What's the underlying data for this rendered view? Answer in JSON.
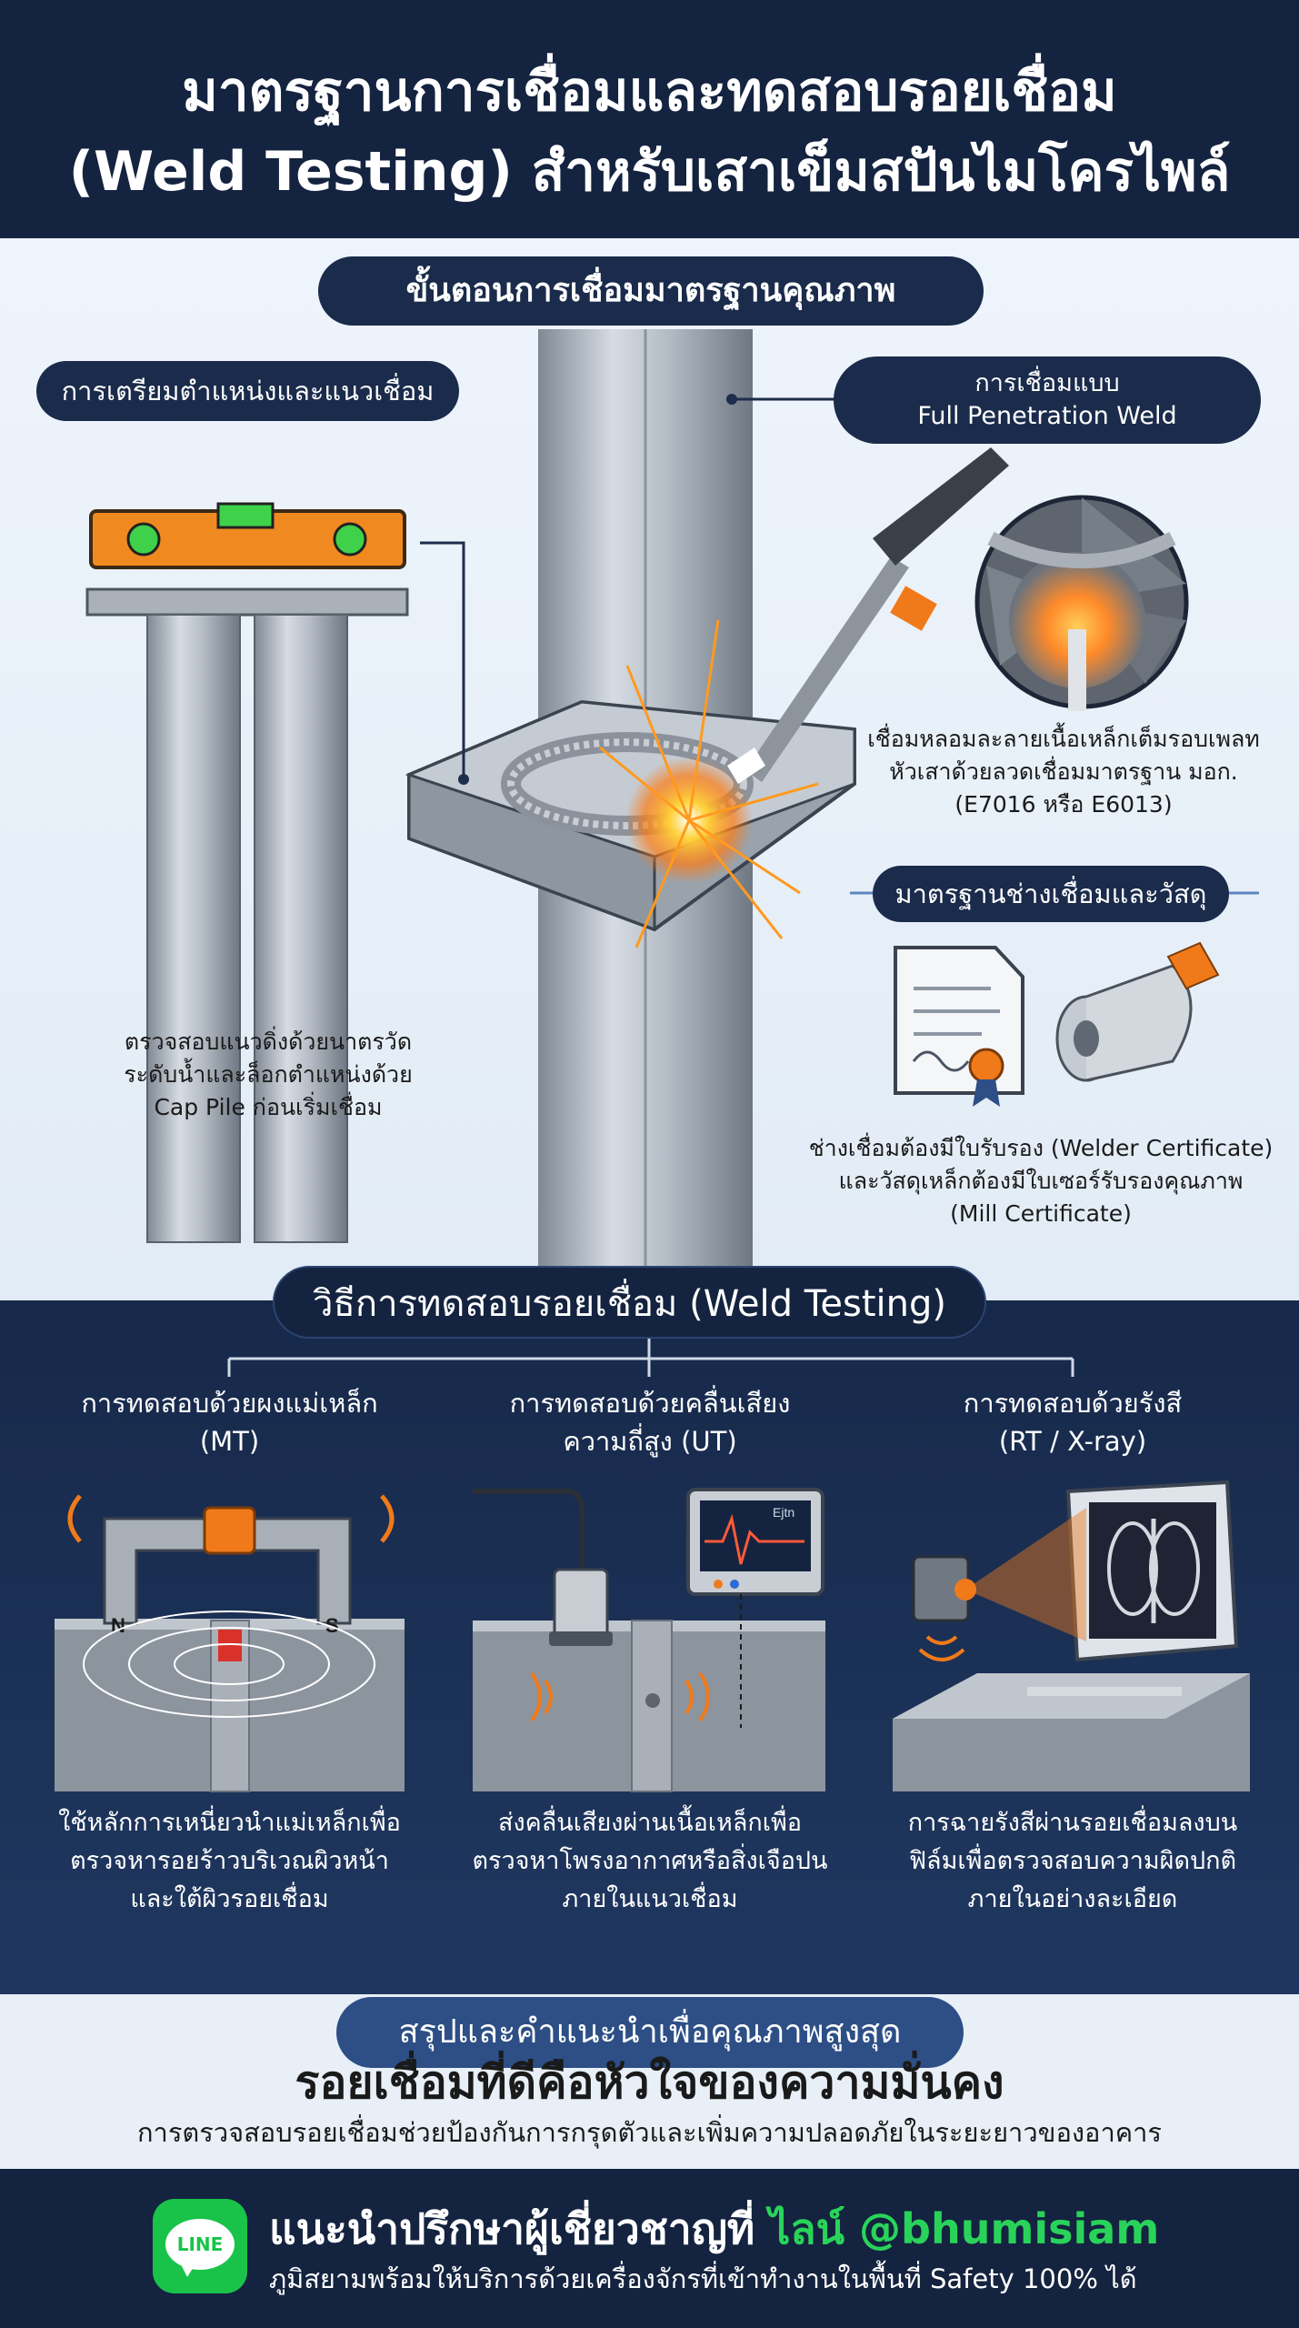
{
  "header": {
    "title_line1": "มาตรฐานการเชื่อมและทดสอบรอยเชื่อม",
    "title_line2": "(Weld Testing) สำหรับเสาเข็มสปันไมโครไพล์"
  },
  "welding": {
    "section_title": "ขั้นตอนการเชื่อมมาตรฐานคุณภาพ",
    "prep": {
      "label": "การเตรียมตำแหน่งและแนวเชื่อม",
      "caption_line1": "ตรวจสอบแนวดิ่งด้วยนาตรวัด",
      "caption_line2": "ระดับน้ำและล็อกตำแหน่งด้วย",
      "caption_line3": "Cap Pile ก่อนเริ่มเชื่อม"
    },
    "full_penetration": {
      "label_line1": "การเชื่อมแบบ",
      "label_line2": "Full Penetration Weld",
      "caption_line1": "เชื่อมหลอมละลายเนื้อเหล็กเต็มรอบเพลท",
      "caption_line2": "หัวเสาด้วยลวดเชื่อมมาตรฐาน มอก.",
      "caption_line3": "(E7016 หรือ E6013)"
    },
    "standards": {
      "label": "มาตรฐานช่างเชื่อมและวัสดุ",
      "caption_line1": "ช่างเชื่อมต้องมีใบรับรอง (Welder Certificate)",
      "caption_line2": "และวัสดุเหล็กต้องมีใบเซอร์รับรองคุณภาพ",
      "caption_line3": "(Mill Certificate)"
    }
  },
  "testing": {
    "section_title": "วิธีการทดสอบรอยเชื่อม (Weld Testing)",
    "methods": [
      {
        "title_line1": "การทดสอบด้วยผงแม่เหล็ก",
        "title_line2": "(MT)",
        "desc_line1": "ใช้หลักการเหนี่ยวนำแม่เหล็กเพื่อ",
        "desc_line2": "ตรวจหารอยร้าวบริเวณผิวหน้า",
        "desc_line3": "และใต้ผิวรอยเชื่อม",
        "magnet_n": "N",
        "magnet_s": "S"
      },
      {
        "title_line1": "การทดสอบด้วยคลื่นเสียง",
        "title_line2": "ความถี่สูง (UT)",
        "desc_line1": "ส่งคลื่นเสียงผ่านเนื้อเหล็กเพื่อ",
        "desc_line2": "ตรวจหาโพรงอากาศหรือสิ่งเจือปน",
        "desc_line3": "ภายในแนวเชื่อม",
        "screen_label": "Ejtn"
      },
      {
        "title_line1": "การทดสอบด้วยรังสี",
        "title_line2": "(RT / X-ray)",
        "desc_line1": "การฉายรังสีผ่านรอยเชื่อมลงบน",
        "desc_line2": "ฟิล์มเพื่อตรวจสอบความผิดปกติ",
        "desc_line3": "ภายในอย่างละเอียด"
      }
    ]
  },
  "summary": {
    "section_title": "สรุปและคำแนะนำเพื่อคุณภาพสูงสุด",
    "headline": "รอยเชื่อมที่ดีคือหัวใจของความมั่นคง",
    "subtext": "การตรวจสอบรอยเชื่อมช่วยป้องกันการกรุดตัวและเพิ่มความปลอดภัยในระยะยาวของอาคาร"
  },
  "footer": {
    "logo_text": "LINE",
    "main_text": "แนะนำปรึกษาผู้เชี่ยวชาญที่",
    "line_id": "ไลน์ @bhumisiam",
    "sub_text": "ภูมิสยามพร้อมให้บริการด้วยเครื่องจักรที่เข้าทำงานในพื้นที่ Safety 100% ได้"
  },
  "colors": {
    "navy": "#14233f",
    "orange": "#f07a1a",
    "line_green": "#19c34a",
    "summary_blue": "#2d4f86"
  }
}
